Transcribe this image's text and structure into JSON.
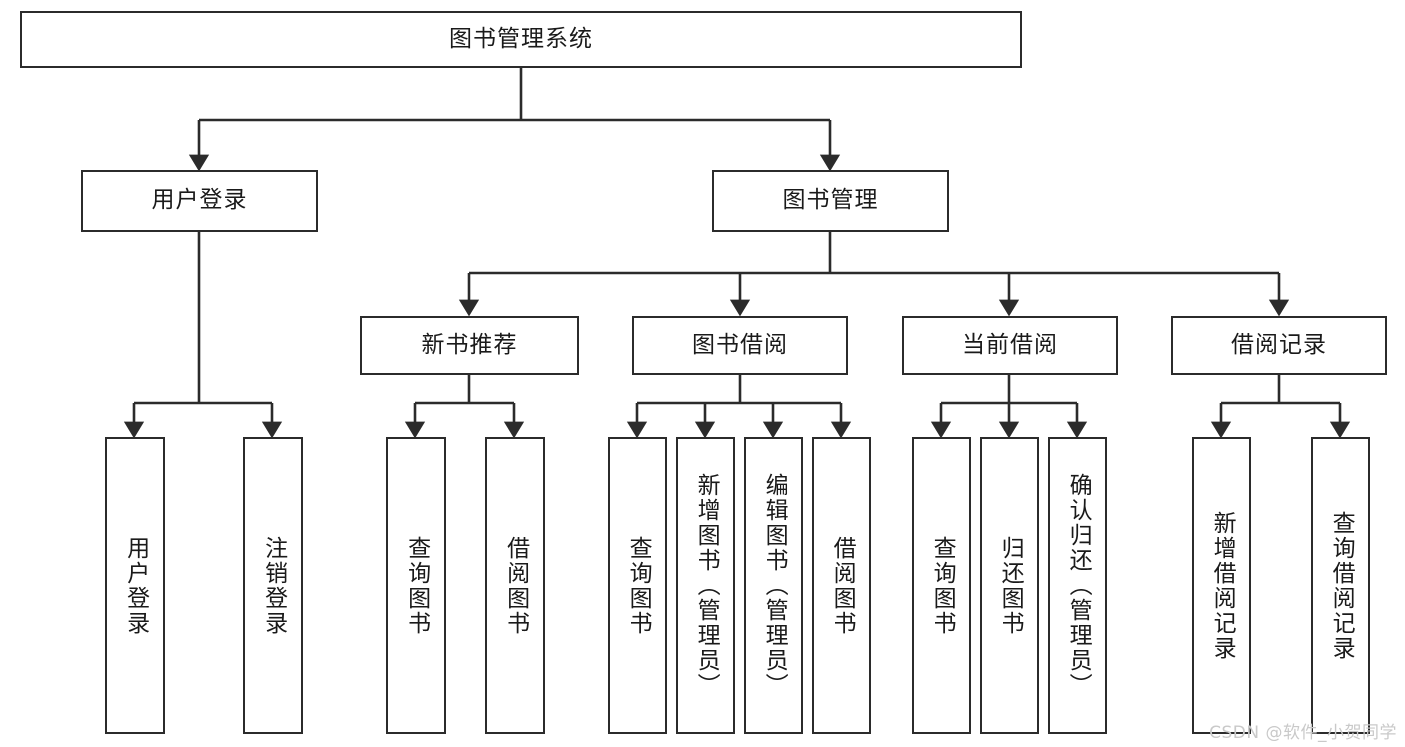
{
  "diagram": {
    "title": "图书管理系统",
    "type": "tree-hierarchy",
    "orientation": "top-down",
    "watermark": "CSDN @软件_小贺同学",
    "colors": {
      "box_border": "#2b2b2b",
      "box_fill": "#ffffff",
      "edge": "#2b2b2b",
      "text": "#1a1a1a",
      "watermark": "#c9c9c9",
      "page_background": "#ffffff"
    },
    "root": {
      "label": "图书管理系统"
    },
    "level1": [
      {
        "label": "用户登录"
      },
      {
        "label": "图书管理"
      }
    ],
    "level2": [
      {
        "label": "新书推荐"
      },
      {
        "label": "图书借阅"
      },
      {
        "label": "当前借阅"
      },
      {
        "label": "借阅记录"
      }
    ],
    "leaves": {
      "user_login": [
        {
          "label": "用户登录"
        },
        {
          "label": "注销登录"
        }
      ],
      "new_book_recommend": [
        {
          "label": "查询图书"
        },
        {
          "label": "借阅图书"
        }
      ],
      "book_borrow": [
        {
          "label": "查询图书"
        },
        {
          "label": "新增图书（管理员）"
        },
        {
          "label": "编辑图书（管理员）"
        },
        {
          "label": "借阅图书"
        }
      ],
      "current_borrow": [
        {
          "label": "查询图书"
        },
        {
          "label": "归还图书"
        },
        {
          "label": "确认归还（管理员）"
        }
      ],
      "borrow_record": [
        {
          "label": "新增借阅记录"
        },
        {
          "label": "查询借阅记录"
        }
      ]
    }
  }
}
